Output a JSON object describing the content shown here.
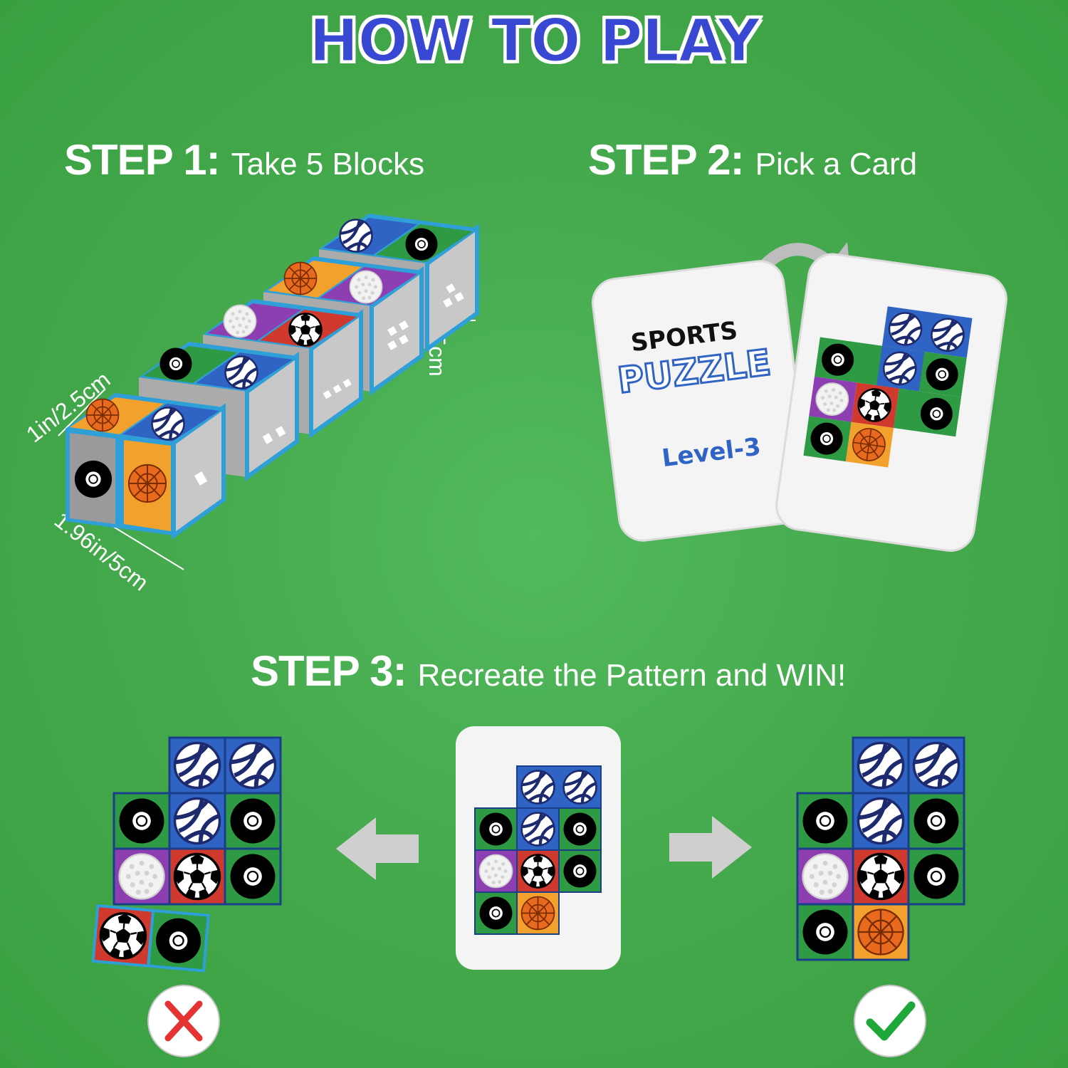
{
  "title": "HOW TO PLAY",
  "step1": {
    "label": "STEP 1:",
    "text": "Take 5 Blocks"
  },
  "step2": {
    "label": "STEP 2:",
    "text": "Pick a Card"
  },
  "step3": {
    "label": "STEP 3:",
    "text": "Recreate the Pattern and WIN!"
  },
  "dimensions": {
    "height": "1in/2.5cm",
    "width": "1in/2.5cm",
    "length": "1.96in/5cm"
  },
  "card": {
    "brand_top": "SPORTS",
    "brand_bottom": "PUZZLE",
    "level": "Level-3"
  },
  "icons": {
    "wrong": "cross-icon",
    "right": "checkmark-icon",
    "left_arrow": "arrow-left-icon",
    "right_arrow": "arrow-right-icon",
    "curve_arrow": "curved-arrow-icon"
  },
  "colors": {
    "background": "#45aa4c",
    "title": "#3848d2",
    "tile_blue": "#2f63c4",
    "tile_green": "#2e9a44",
    "tile_purple": "#8d3fb2",
    "tile_red": "#d0392e",
    "tile_orange": "#f2a12c",
    "wrong": "#e53333",
    "right": "#1fa83a"
  }
}
